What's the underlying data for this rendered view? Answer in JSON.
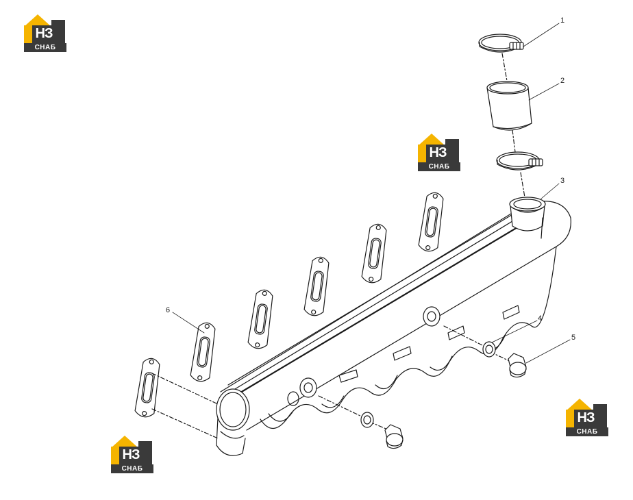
{
  "diagram": {
    "callouts": [
      {
        "id": "1",
        "label": "1"
      },
      {
        "id": "2",
        "label": "2"
      },
      {
        "id": "3",
        "label": "3"
      },
      {
        "id": "4",
        "label": "4"
      },
      {
        "id": "5",
        "label": "5"
      },
      {
        "id": "6",
        "label": "6"
      }
    ]
  },
  "watermark": {
    "mark": "НЗ",
    "text": "СНАБ",
    "colors": {
      "yellow": "#f5b400",
      "dark": "#3a3a3a",
      "white": "#ffffff"
    }
  },
  "colors": {
    "line": "#1a1a1a",
    "fill": "#ffffff"
  }
}
